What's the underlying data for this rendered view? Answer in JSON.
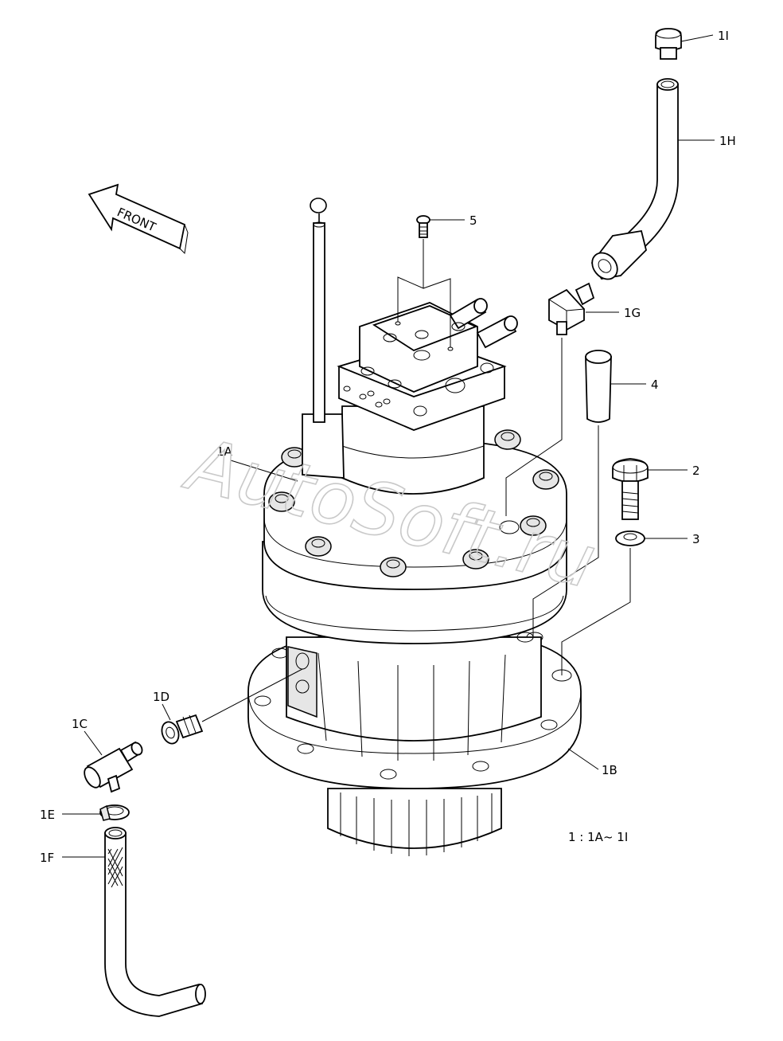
{
  "labels": {
    "l1I": "1I",
    "l1H": "1H",
    "l5": "5",
    "l1G": "1G",
    "l4": "4",
    "l2": "2",
    "l3": "3",
    "l1A": "1A",
    "l1B": "1B",
    "l1C": "1C",
    "l1D": "1D",
    "l1E": "1E",
    "l1F": "1F"
  },
  "front_arrow": "FRONT",
  "scale_note": "1 : 1A~ 1I",
  "watermark": "AutoSoft.ru"
}
